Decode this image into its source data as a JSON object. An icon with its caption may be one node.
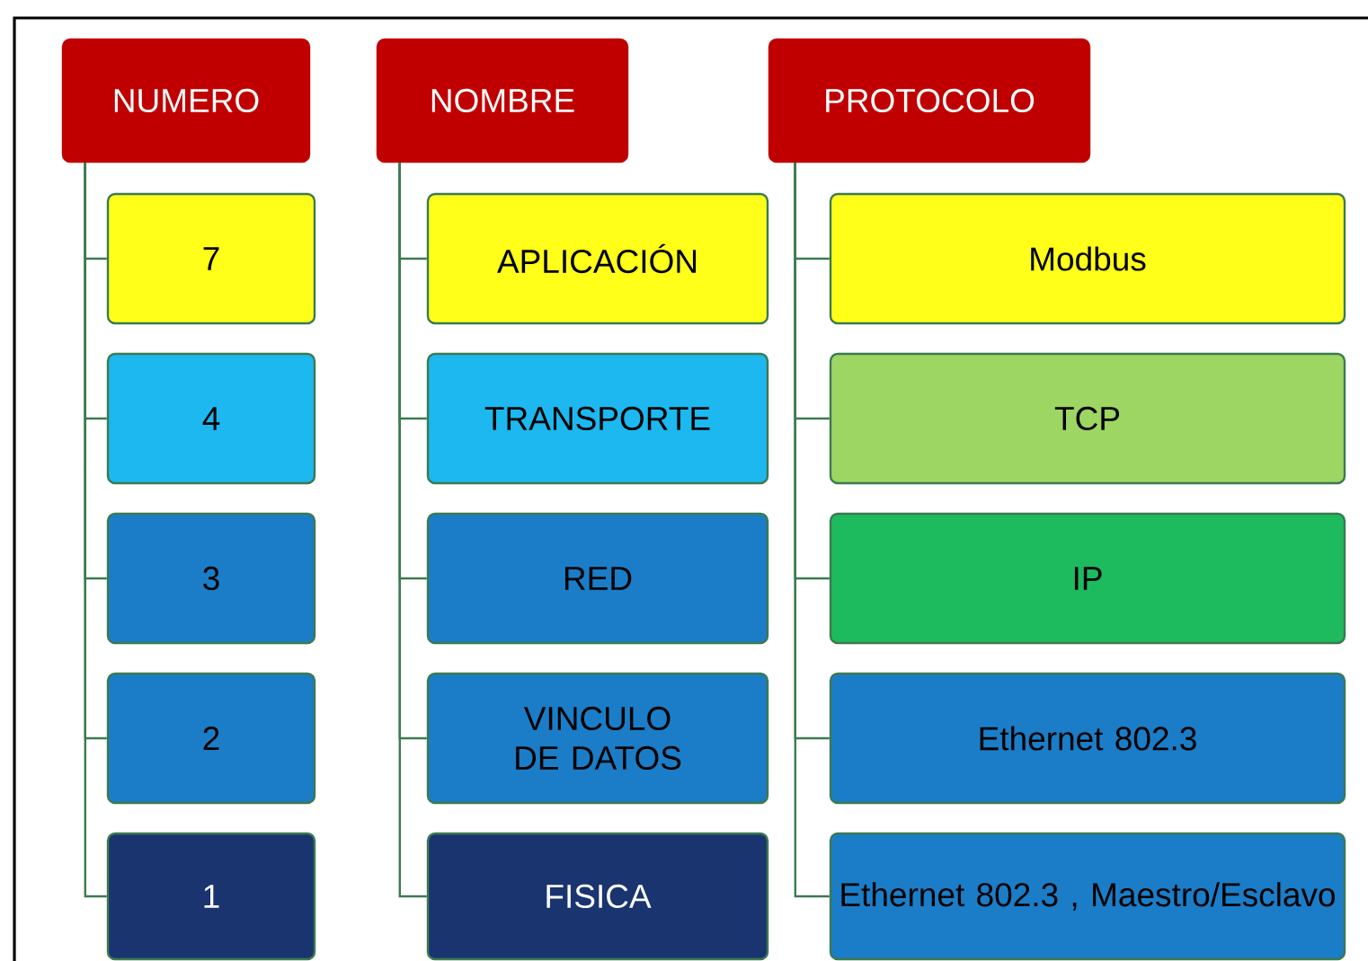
{
  "diagram": {
    "nodes": [
      {
        "text": [
          "NUMERO"
        ]
      },
      {
        "text": [
          "7"
        ]
      },
      {
        "text": [
          "4"
        ]
      },
      {
        "text": [
          "3"
        ]
      },
      {
        "text": [
          "2"
        ]
      },
      {
        "text": [
          "1"
        ]
      },
      {
        "text": [
          "NOMBRE"
        ]
      },
      {
        "text": [
          "APLICACIÓN"
        ]
      },
      {
        "text": [
          "TRANSPORTE"
        ]
      },
      {
        "text": [
          "RED"
        ]
      },
      {
        "text": [
          "VINCULO DE DATOS"
        ]
      },
      {
        "text": [
          "FISICA"
        ]
      },
      {
        "text": [
          "PROTOCOLO"
        ]
      },
      {
        "text": [
          "Modbus"
        ]
      },
      {
        "text": [
          "TCP"
        ]
      },
      {
        "text": [
          "IP"
        ]
      },
      {
        "text": [
          "Ethernet 802.3"
        ]
      },
      {
        "text": [
          "Ethernet 802.3 , Maestro/Esclavo"
        ]
      }
    ],
    "edges": [
      {
        "from": 0,
        "to": 1,
        "arrow": "none"
      },
      {
        "from": 0,
        "to": 2,
        "arrow": "none"
      },
      {
        "from": 0,
        "to": 3,
        "arrow": "none"
      },
      {
        "from": 0,
        "to": 4,
        "arrow": "none"
      },
      {
        "from": 0,
        "to": 5,
        "arrow": "none"
      },
      {
        "from": 6,
        "to": 7,
        "arrow": "none"
      },
      {
        "from": 6,
        "to": 8,
        "arrow": "none"
      },
      {
        "from": 6,
        "to": 9,
        "arrow": "none"
      },
      {
        "from": 6,
        "to": 10,
        "arrow": "none"
      },
      {
        "from": 6,
        "to": 11,
        "arrow": "none"
      },
      {
        "from": 12,
        "to": 13,
        "arrow": "none"
      },
      {
        "from": 12,
        "to": 14,
        "arrow": "none"
      },
      {
        "from": 12,
        "to": 15,
        "arrow": "none"
      },
      {
        "from": 12,
        "to": 16,
        "arrow": "none"
      },
      {
        "from": 12,
        "to": 17,
        "arrow": "none"
      }
    ]
  }
}
